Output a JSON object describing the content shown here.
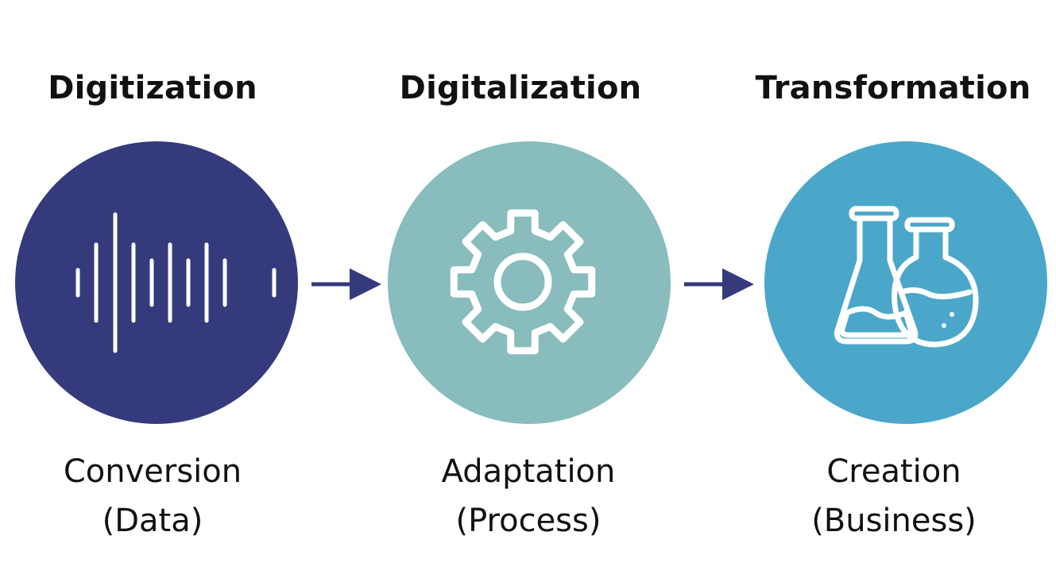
{
  "colors": {
    "digitization": "#343a7c",
    "digitalization": "#88bcbd",
    "transformation": "#4ba7c9",
    "arrow": "#343a7c",
    "icon": "#ffffff"
  },
  "stages": [
    {
      "title": "Digitization",
      "caption_line1": "Conversion",
      "caption_line2": "(Data)",
      "icon": "sound-wave-icon"
    },
    {
      "title": "Digitalization",
      "caption_line1": "Adaptation",
      "caption_line2": "(Process)",
      "icon": "gear-icon"
    },
    {
      "title": "Transformation",
      "caption_line1": "Creation",
      "caption_line2": "(Business)",
      "icon": "flasks-icon"
    }
  ]
}
